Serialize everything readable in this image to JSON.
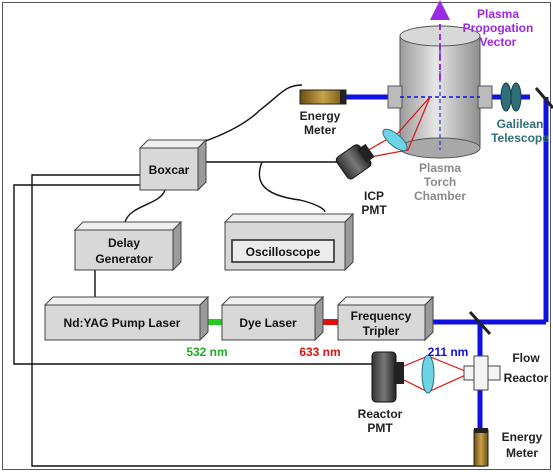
{
  "labels": {
    "plasma_vector": [
      "Plasma",
      "Propogation",
      "Vector"
    ],
    "energy_meter_top": [
      "Energy",
      "Meter"
    ],
    "galilean": [
      "Galilean",
      "Telescope"
    ],
    "plasma_chamber": [
      "Plasma",
      "Torch",
      "Chamber"
    ],
    "icp_pmt": [
      "ICP",
      "PMT"
    ],
    "reactor_pmt": [
      "Reactor",
      "PMT"
    ],
    "flow_reactor": [
      "Flow",
      "Reactor"
    ],
    "energy_meter_bottom": [
      "Energy",
      "Meter"
    ]
  },
  "boxes": {
    "boxcar": "Boxcar",
    "delay_generator": [
      "Delay",
      "Generator"
    ],
    "oscilloscope": "Oscilloscope",
    "ndyag": "Nd:YAG Pump Laser",
    "dye_laser": "Dye Laser",
    "tripler": [
      "Frequency",
      "Tripler"
    ]
  },
  "wavelengths": {
    "w532": "532 nm",
    "w633": "633 nm",
    "w211": "211 nm"
  },
  "colors": {
    "beam_blue": "#1010e0",
    "green": "#22cc22",
    "red": "#e01010",
    "purple": "#9a2be2",
    "teal": "#2f6f78",
    "box_fill": "#d8d8d8",
    "brass": "#8a6a1e"
  }
}
